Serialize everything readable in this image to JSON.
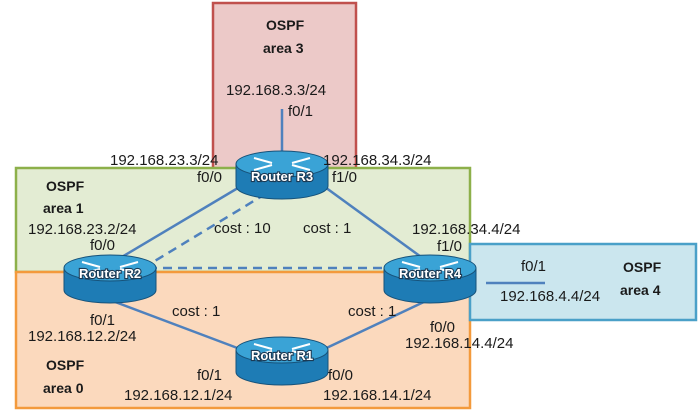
{
  "areas": {
    "area3": {
      "title": "OSPF",
      "subtitle": "area 3",
      "fill": "#ecc9c8",
      "stroke": "#c0504d"
    },
    "area1": {
      "title": "OSPF",
      "subtitle": "area 1",
      "fill": "#e3ecd3",
      "stroke": "#8db04a"
    },
    "area0": {
      "title": "OSPF",
      "subtitle": "area 0",
      "fill": "#fbd9bd",
      "stroke": "#f39a3c"
    },
    "area4": {
      "title": "OSPF",
      "subtitle": "area 4",
      "fill": "#cbe6ee",
      "stroke": "#4aa0c8"
    }
  },
  "routers": {
    "r1": "Router R1",
    "r2": "Router R2",
    "r3": "Router R3",
    "r4": "Router R4"
  },
  "labels": {
    "r3_loop_ip": "192.168.3.3/24",
    "r3_f01": "f0/1",
    "r3_f00_ip": "192.168.23.3/24",
    "r3_f00": "f0/0",
    "r3_f10_ip": "192.168.34.3/24",
    "r3_f10": "f1/0",
    "r2_f00_ip": "192.168.23.2/24",
    "r2_f00": "f0/0",
    "r2_f01": "f0/1",
    "r2_f01_ip": "192.168.12.2/24",
    "r4_f10_ip": "192.168.34.4/24",
    "r4_f10": "f1/0",
    "r4_f01": "f0/1",
    "r4_f01_ip": "192.168.4.4/24",
    "r4_f00": "f0/0",
    "r4_f00_ip": "192.168.14.4/24",
    "r1_f01": "f0/1",
    "r1_f01_ip": "192.168.12.1/24",
    "r1_f00": "f0/0",
    "r1_f00_ip": "192.168.14.1/24",
    "cost_r2_r3": "cost : 10",
    "cost_r3_r4": "cost : 1",
    "cost_r2_r1": "cost : 1",
    "cost_r4_r1": "cost : 1"
  },
  "colors": {
    "link": "#4f81bd",
    "router_body": "#1e7cb5",
    "router_top": "#3aa3d6"
  }
}
